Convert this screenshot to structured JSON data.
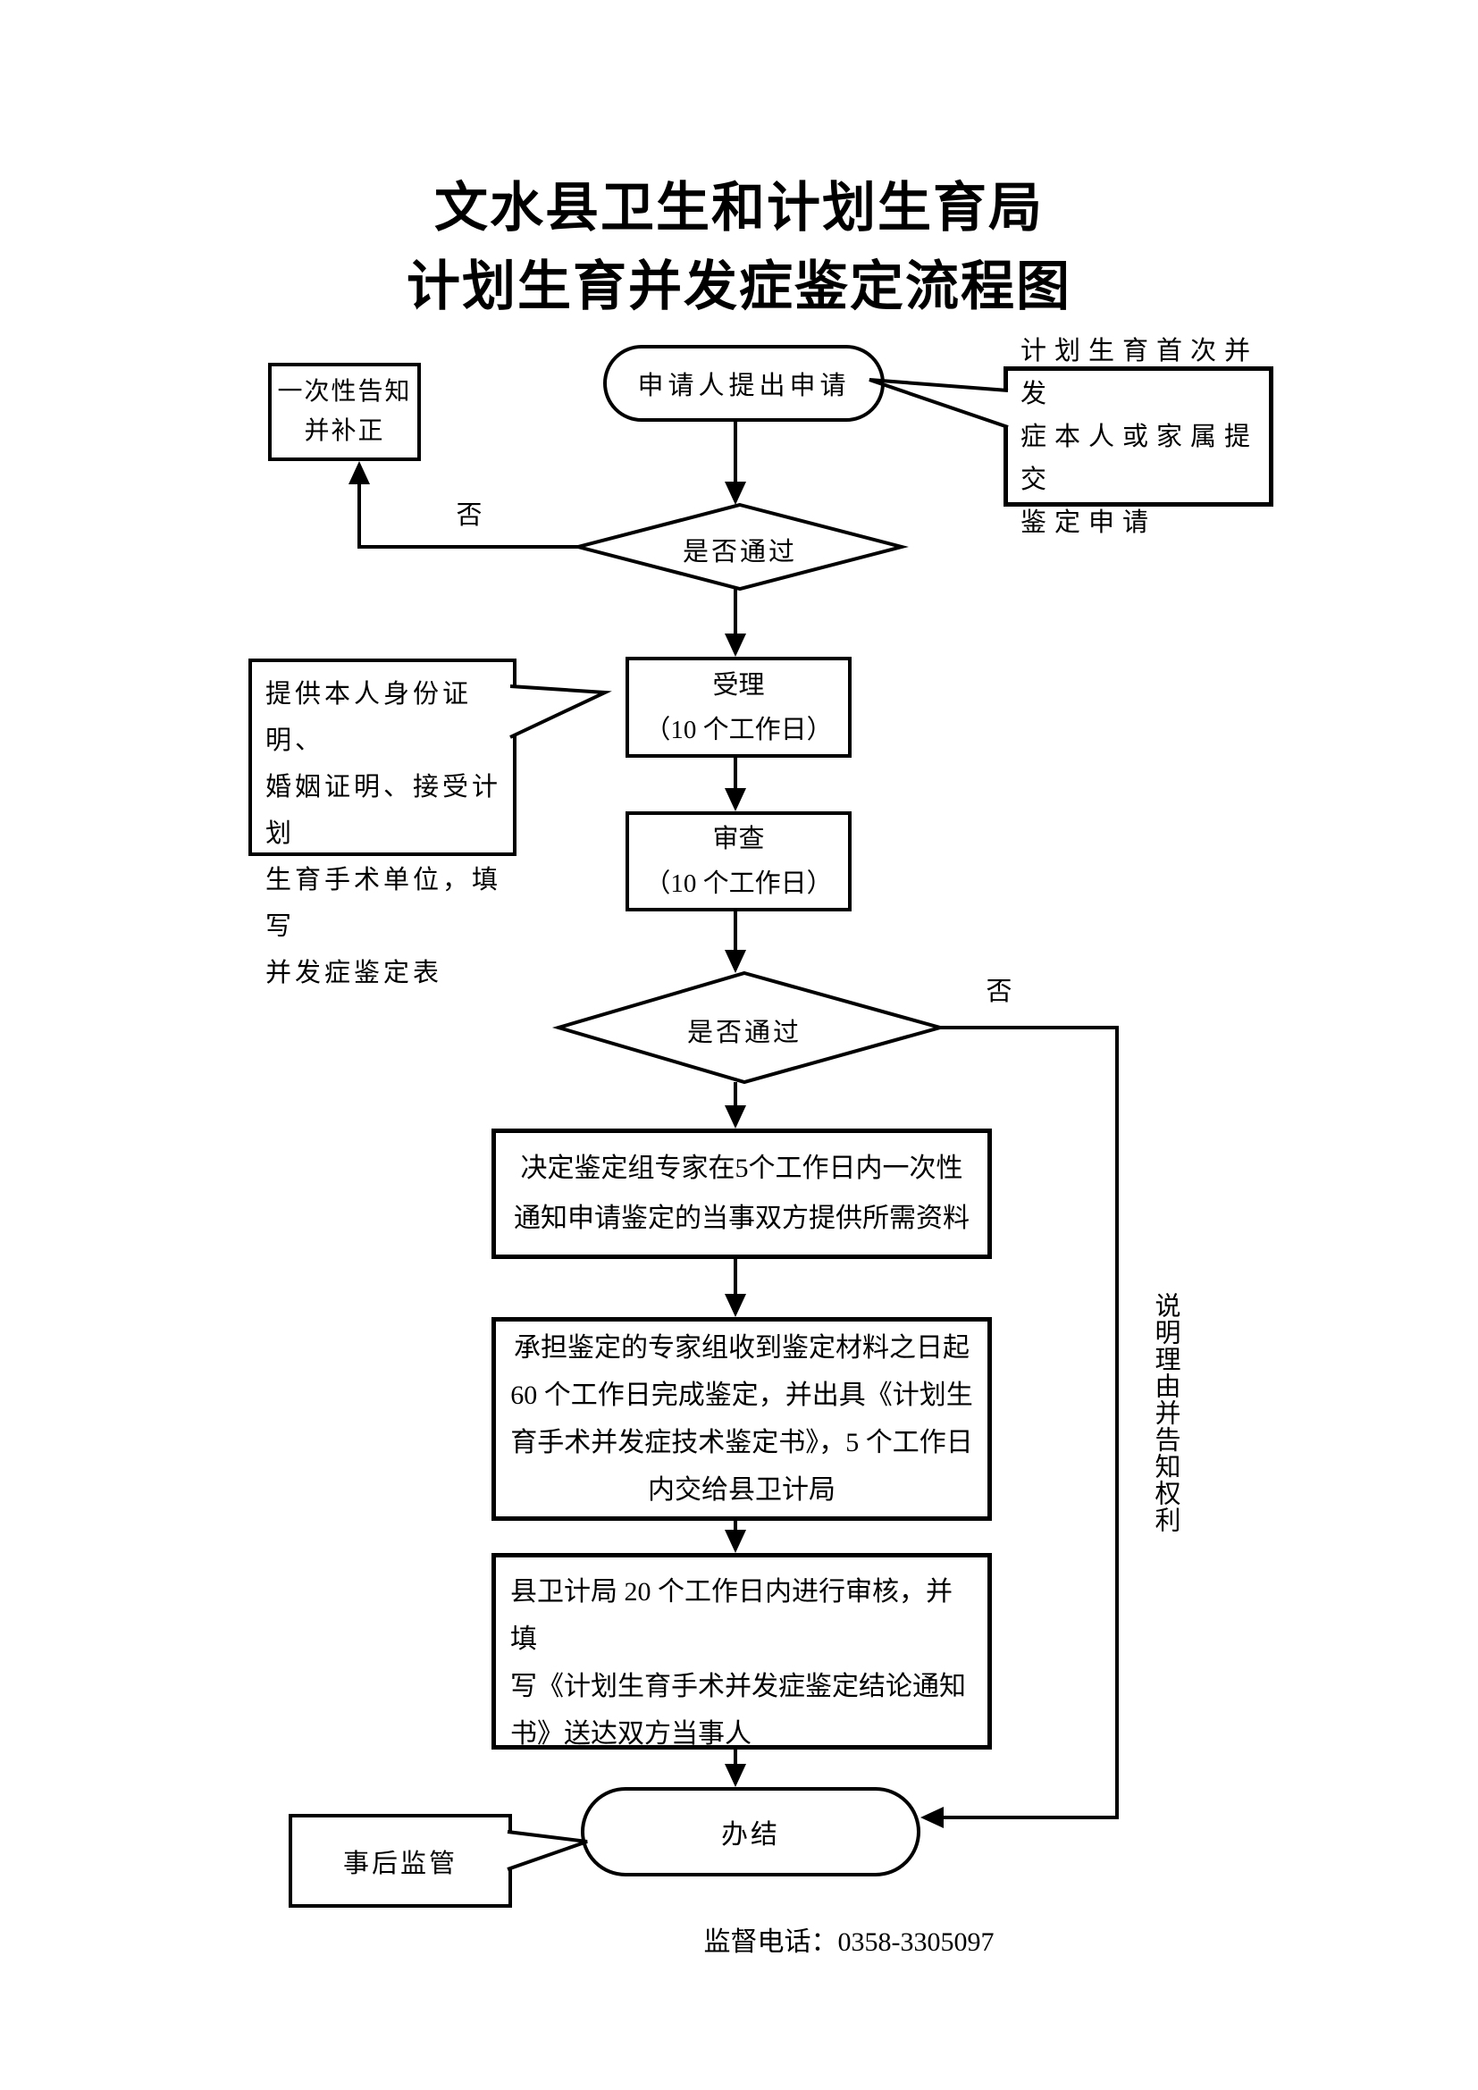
{
  "title": {
    "line1": "文水县卫生和计划生育局",
    "line2": "计划生育并发症鉴定流程图"
  },
  "nodes": {
    "start_oval": "申请人提出申请",
    "callout_first_complication": "计划生育首次并发\n症本人或家属提交\n鉴定申请",
    "onetime_notify_box": "一次性告知\n并补正",
    "decision1": "是否通过",
    "decision1_no": "否",
    "accept_box": "受理\n（10 个工作日）",
    "materials_callout": "提供本人身份证明、\n婚姻证明、接受计划\n生育手术单位，填写\n并发症鉴定表",
    "review_box": "审查\n（10 个工作日）",
    "decision2": "是否通过",
    "decision2_no": "否",
    "step_notify_parties": "决定鉴定组专家在5个工作日内一次性\n通知申请鉴定的当事双方提供所需资料",
    "step_expert_group": "承担鉴定的专家组收到鉴定材料之日起\n60 个工作日完成鉴定，并出具《计划生\n育手术并发症技术鉴定书》，5 个工作日\n内交给县卫计局",
    "step_county_review": "县卫计局 20 个工作日内进行审核，并填\n写《计划生育手术并发症鉴定结论通知\n书》送达双方当事人",
    "end_oval": "办结",
    "post_supervision_box": "事后监管",
    "explain_rights_vertical": "说明理由并告知权利"
  },
  "footer": {
    "phone": "监督电话：0358-3305097"
  },
  "colors": {
    "ink": "#000000",
    "paper": "#ffffff"
  }
}
